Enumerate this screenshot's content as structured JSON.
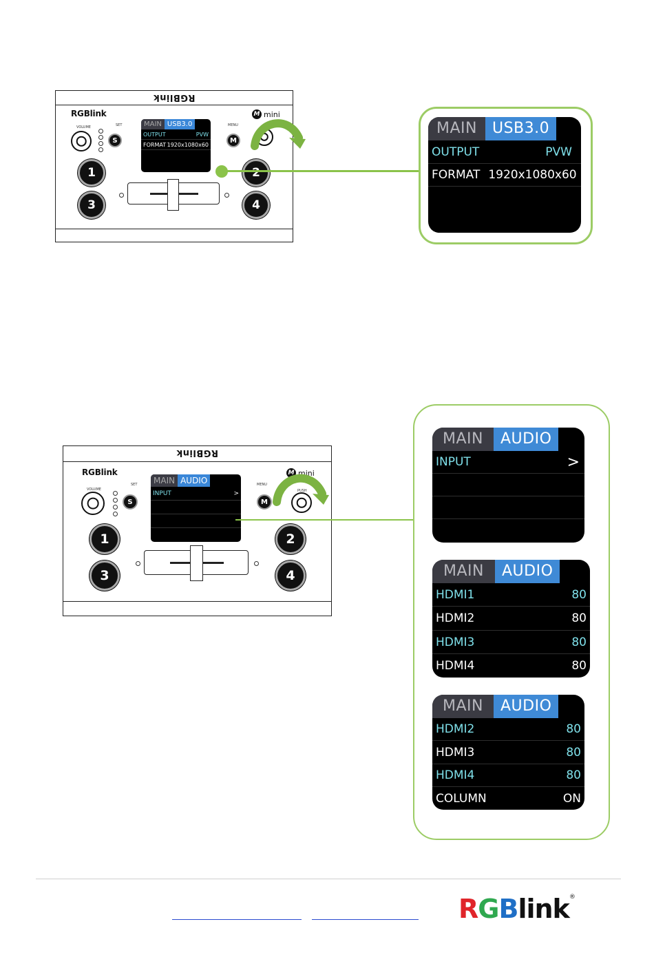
{
  "brand": {
    "logo": "RGBlink",
    "logo_parts": [
      "R",
      "G",
      "B",
      "link"
    ],
    "trademark": "®",
    "model_badge": "mini",
    "model_badge_icon": "M"
  },
  "device_labels": {
    "volume": "VOLUME",
    "set": "SET",
    "menu": "MENU",
    "push": "PUSH",
    "s_button": "S",
    "m_button": "M",
    "program_buttons": [
      "1",
      "2",
      "3",
      "4"
    ]
  },
  "figure1": {
    "small_screen": {
      "tab_main": "MAIN",
      "tab_selected": "USB3.0",
      "rows": [
        {
          "label": "OUTPUT",
          "value": "PVW"
        },
        {
          "label": "FORMAT",
          "value": "1920x1080x60"
        }
      ]
    },
    "callout": {
      "tab_main": "MAIN",
      "tab_selected": "USB3.0",
      "rows": [
        {
          "label": "OUTPUT",
          "value": "PVW"
        },
        {
          "label": "FORMAT",
          "value": "1920x1080x60"
        }
      ]
    }
  },
  "figure2": {
    "small_screen": {
      "tab_main": "MAIN",
      "tab_selected": "AUDIO",
      "rows": [
        {
          "label": "INPUT",
          "value": ">"
        }
      ]
    },
    "callouts": [
      {
        "tab_main": "MAIN",
        "tab_selected": "AUDIO",
        "rows": [
          {
            "label": "INPUT",
            "value": ">"
          },
          {
            "label": "",
            "value": ""
          },
          {
            "label": "",
            "value": ""
          },
          {
            "label": "",
            "value": ""
          }
        ]
      },
      {
        "tab_main": "MAIN",
        "tab_selected": "AUDIO",
        "rows": [
          {
            "label": "HDMI1",
            "value": "80"
          },
          {
            "label": "HDMI2",
            "value": "80"
          },
          {
            "label": "HDMI3",
            "value": "80"
          },
          {
            "label": "HDMI4",
            "value": "80"
          }
        ]
      },
      {
        "tab_main": "MAIN",
        "tab_selected": "AUDIO",
        "rows": [
          {
            "label": "HDMI2",
            "value": "80"
          },
          {
            "label": "HDMI3",
            "value": "80"
          },
          {
            "label": "HDMI4",
            "value": "80"
          },
          {
            "label": "COLUMN",
            "value": "ON"
          }
        ]
      }
    ]
  },
  "colors": {
    "accent_green": "#8bc34a",
    "tab_blue": "#3f8ad6",
    "highlight_cyan": "#7fe0ea",
    "brand_red": "#e0252a",
    "brand_green": "#2fa84f",
    "brand_blue": "#1f6fc6",
    "link_blue": "#2a4bd0"
  }
}
